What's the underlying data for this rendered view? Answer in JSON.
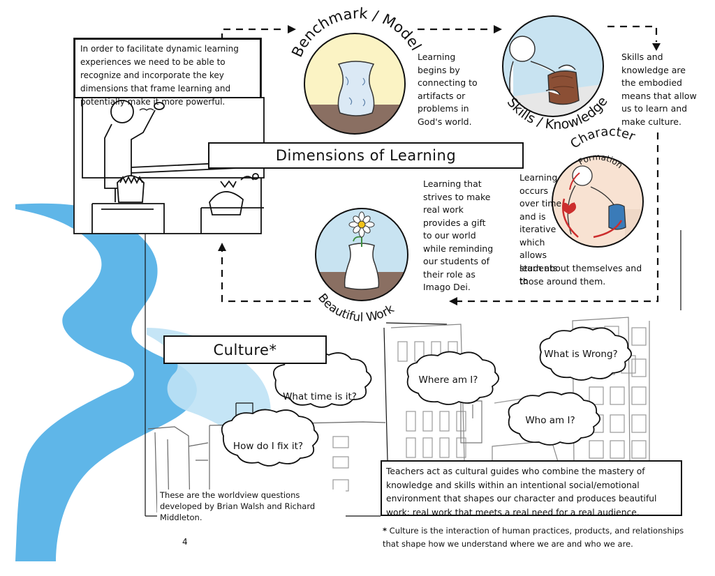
{
  "intro_text": "In order to facilitate dynamic learning experiences we need to be able to recognize and incorporate the key dimensions that frame learning and potentially make it more powerful.",
  "main_title": "Dimensions of Learning",
  "benchmark": {
    "arc_label": "Benchmark / Model",
    "description": "Learning begins by connecting to artifacts or problems in God's world."
  },
  "skills": {
    "arc_label": "Skills / Knowledge",
    "description": "Skills and knowledge are the embodied means that allow us to learn and make culture."
  },
  "character": {
    "arc_label": "Character",
    "inner_label": "Formation",
    "description_a": "Learning occurs over time and is iterative which allows students to",
    "description_b": "learn about themselves and those around them."
  },
  "beautiful": {
    "arc_label": "Beautiful Work",
    "description": "Learning that strives to make real work provides a gift to our world while reminding our students of their role as Imago Dei."
  },
  "culture": {
    "title": "Culture*",
    "questions": [
      "What time is it?",
      "How do I fix it?",
      "Where am I?",
      "What is Wrong?",
      "Who am I?"
    ],
    "worldview_note": "These are the worldview questions developed by Brian Walsh and Richard Middleton.",
    "teachers_text": "Teachers act as cultural guides who combine the mastery of knowledge and skills within an intentional social/emotional environment that shapes our character and produces beautiful work: real work that meets a real need for a real audience.",
    "footnote_mark": "*",
    "footnote_text": "Culture is the interaction of human practices, products, and relationships that shape how we understand where we are and who we are."
  },
  "page_number": "4",
  "colors": {
    "river": "#5fb6e8",
    "river_light": "#bfe2f5",
    "circle_yellow": "#fbf3c4",
    "circle_blue": "#c8e3f1",
    "circle_peach": "#f8e2d2",
    "ground": "#8a6f62",
    "heart": "#cc2e2e"
  }
}
